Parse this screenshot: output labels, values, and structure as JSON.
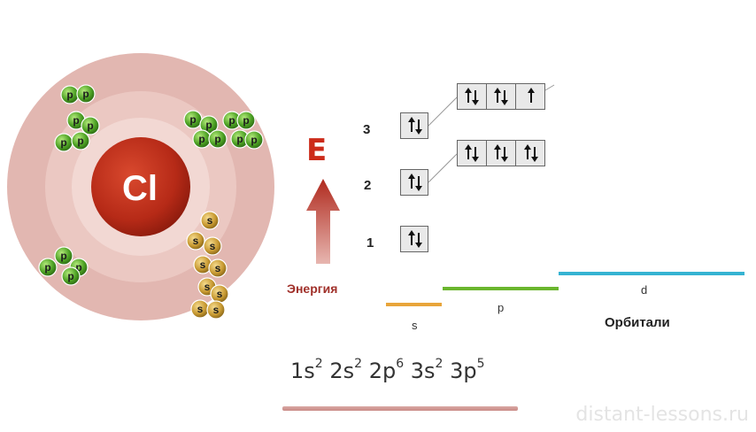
{
  "atom": {
    "symbol": "Cl",
    "p_label": "p",
    "s_label": "s"
  },
  "levels": {
    "n1": "1",
    "n2": "2",
    "n3": "3"
  },
  "axis": {
    "letter": "E",
    "caption": "Энергия"
  },
  "orbital_types": {
    "s": "s",
    "p": "p",
    "d": "d",
    "caption": "Орбитали"
  },
  "config": {
    "parts": [
      {
        "base": "1s",
        "exp": "2"
      },
      {
        "base": "2s",
        "exp": "2"
      },
      {
        "base": "2p",
        "exp": "6"
      },
      {
        "base": "3s",
        "exp": "2"
      },
      {
        "base": "3p",
        "exp": "5"
      }
    ]
  },
  "watermark": "distant-lessons.ru",
  "colors": {
    "s_line": "#e8a53a",
    "p_line": "#6ab62e",
    "d_line": "#35b3d2",
    "arrow": "#b8423a",
    "energy_text": "#a0302a"
  },
  "electron_boxes": {
    "1s": [
      "updown"
    ],
    "2s": [
      "updown"
    ],
    "2p": [
      "updown",
      "updown",
      "updown"
    ],
    "3s": [
      "updown"
    ],
    "3p": [
      "updown",
      "updown",
      "up"
    ]
  }
}
